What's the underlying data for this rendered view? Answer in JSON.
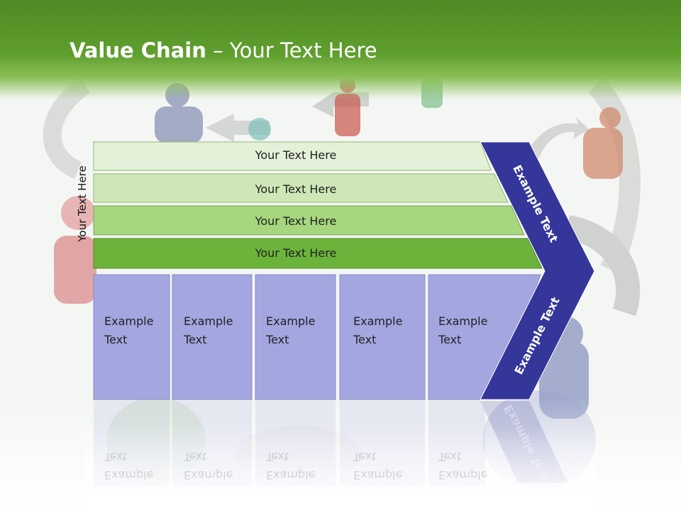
{
  "slide": {
    "title_bold": "Value Chain",
    "title_rest": " – Your Text Here",
    "side_label": "Your Text Here"
  },
  "rows": [
    {
      "label": "Your Text Here",
      "color": "#e3f1d8"
    },
    {
      "label": "Your Text Here",
      "color": "#cde8b6"
    },
    {
      "label": "Your Text Here",
      "color": "#a6d67e"
    },
    {
      "label": "Your Text Here",
      "color": "#6cb33c"
    }
  ],
  "cells": [
    {
      "line1": "Example",
      "line2": "Text"
    },
    {
      "line1": "Example",
      "line2": "Text"
    },
    {
      "line1": "Example",
      "line2": "Text"
    },
    {
      "line1": "Example",
      "line2": "Text"
    },
    {
      "line1": "Example",
      "line2": "Text"
    }
  ],
  "chevron": {
    "top_label": "Example Text",
    "bottom_label": "Example Text",
    "color": "#34369a"
  },
  "colors": {
    "header_green": "#5f9f2e",
    "cell_fill": "#a4a6e0",
    "cell_border": "#8a8cc8"
  }
}
